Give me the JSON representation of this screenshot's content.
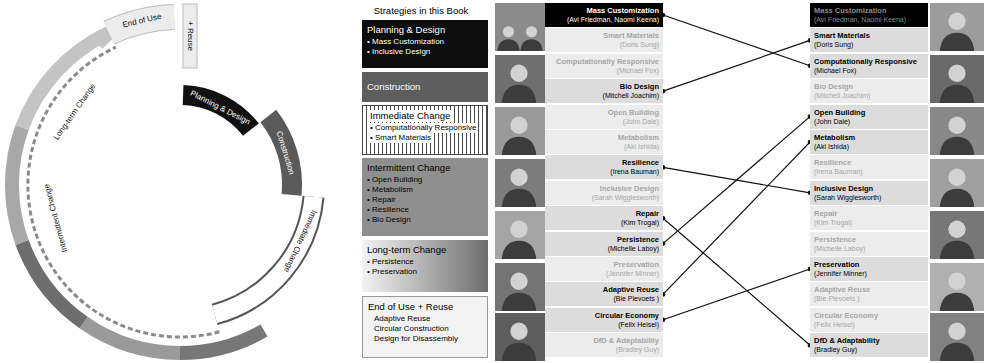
{
  "diagram": {
    "nodes": [
      {
        "text": [
          "Planning & Design",
          "• Mass Customization",
          "• Inclusive Design"
        ]
      },
      {
        "text": [
          "Construction"
        ]
      },
      {
        "text": [
          "Immediate Change",
          "• Computationally Responsive",
          "• Smart Materials"
        ]
      },
      {
        "text": [
          "Intermittent Change",
          "• Open Building",
          "• Metabolism",
          "• Repair",
          "• Resilience",
          "• Bio Design"
        ]
      },
      {
        "text": [
          "Long-term Change",
          "• Persistence",
          "• Preservation"
        ]
      },
      {
        "text": [
          "End of Use + Reuse",
          "Adaptive Reuse",
          "Circular Construction",
          "Design for Disassembly"
        ]
      },
      {
        "text": [
          "Mass Customization",
          "(Avi Friedman, Naomi Keena)"
        ]
      },
      {
        "text": [
          "Smart Materials",
          "(Doris Sung)"
        ]
      },
      {
        "text": [
          "Computationally Responsive",
          "(Michael Fox)"
        ]
      },
      {
        "text": [
          "Bio Design",
          "(Mitchell Joachim)"
        ]
      },
      {
        "text": [
          "Open Building",
          "(John Dale)"
        ]
      },
      {
        "text": [
          "Metabolism",
          "(Aki Ishida)"
        ]
      },
      {
        "text": [
          "Resilience",
          "(Irena Bauman)"
        ]
      },
      {
        "text": [
          "Inclusive Design",
          "(Sarah Wigglesworth)"
        ]
      },
      {
        "text": [
          "Repair",
          "(Kim Trogal)"
        ]
      },
      {
        "text": [
          "Persistence",
          "(Michelle Laboy)"
        ]
      },
      {
        "text": [
          "Preservation",
          "(Jennifer Minner)"
        ]
      },
      {
        "text": [
          "Adaptive Reuse",
          "(Bie Plevoets )"
        ]
      },
      {
        "text": [
          "Circular Economy",
          "(Felix Heisel)"
        ]
      },
      {
        "text": [
          "DfD & Adaptability",
          "(Bradley Guy)"
        ]
      },
      {
        "text": [
          "Mass Customization",
          "(Avi Friedman, Naomi Keena)"
        ]
      },
      {
        "text": [
          "Smart Materials",
          "(Doris Sung)"
        ]
      },
      {
        "text": [
          "Computationally Responsive",
          "(Michael Fox)"
        ]
      },
      {
        "text": [
          "Bio Design",
          "(Mitchell Joachim)"
        ]
      },
      {
        "text": [
          "Open Building",
          "(John Dale)"
        ]
      },
      {
        "text": [
          "Metabolism",
          "(Aki Ishida)"
        ]
      },
      {
        "text": [
          "Resilience",
          "(Irena Bauman)"
        ]
      },
      {
        "text": [
          "Inclusive Design",
          "(Sarah Wigglesworth)"
        ]
      },
      {
        "text": [
          "Repair",
          "(Kim Trogal)"
        ]
      },
      {
        "text": [
          "Persistence",
          "(Michelle Laboy)"
        ]
      },
      {
        "text": [
          "Preservation",
          "(Jennifer Minner)"
        ]
      },
      {
        "text": [
          "Adaptive Reuse",
          "(Bie Plevoets )"
        ]
      },
      {
        "text": [
          "Circular Economy",
          "(Felix Heisel)"
        ]
      },
      {
        "text": [
          "DfD & Adaptability",
          "(Bradley Guy)"
        ]
      }
    ],
    "edges": [
      {
        "from": 6,
        "to": 22,
        "arrow": "none"
      },
      {
        "from": 9,
        "to": 21,
        "arrow": "none"
      },
      {
        "from": 12,
        "to": 27,
        "arrow": "none"
      },
      {
        "from": 14,
        "to": 33,
        "arrow": "none"
      },
      {
        "from": 15,
        "to": 24,
        "arrow": "none"
      },
      {
        "from": 17,
        "to": 25,
        "arrow": "none"
      },
      {
        "from": 18,
        "to": 30,
        "arrow": "none"
      }
    ],
    "labels": [
      "End of Use",
      "+ Reuse",
      "Planning & Design",
      "Construction",
      "Immediate Change",
      "Intermittent Change",
      "Long-term Change",
      "Strategies in this Book"
    ]
  }
}
